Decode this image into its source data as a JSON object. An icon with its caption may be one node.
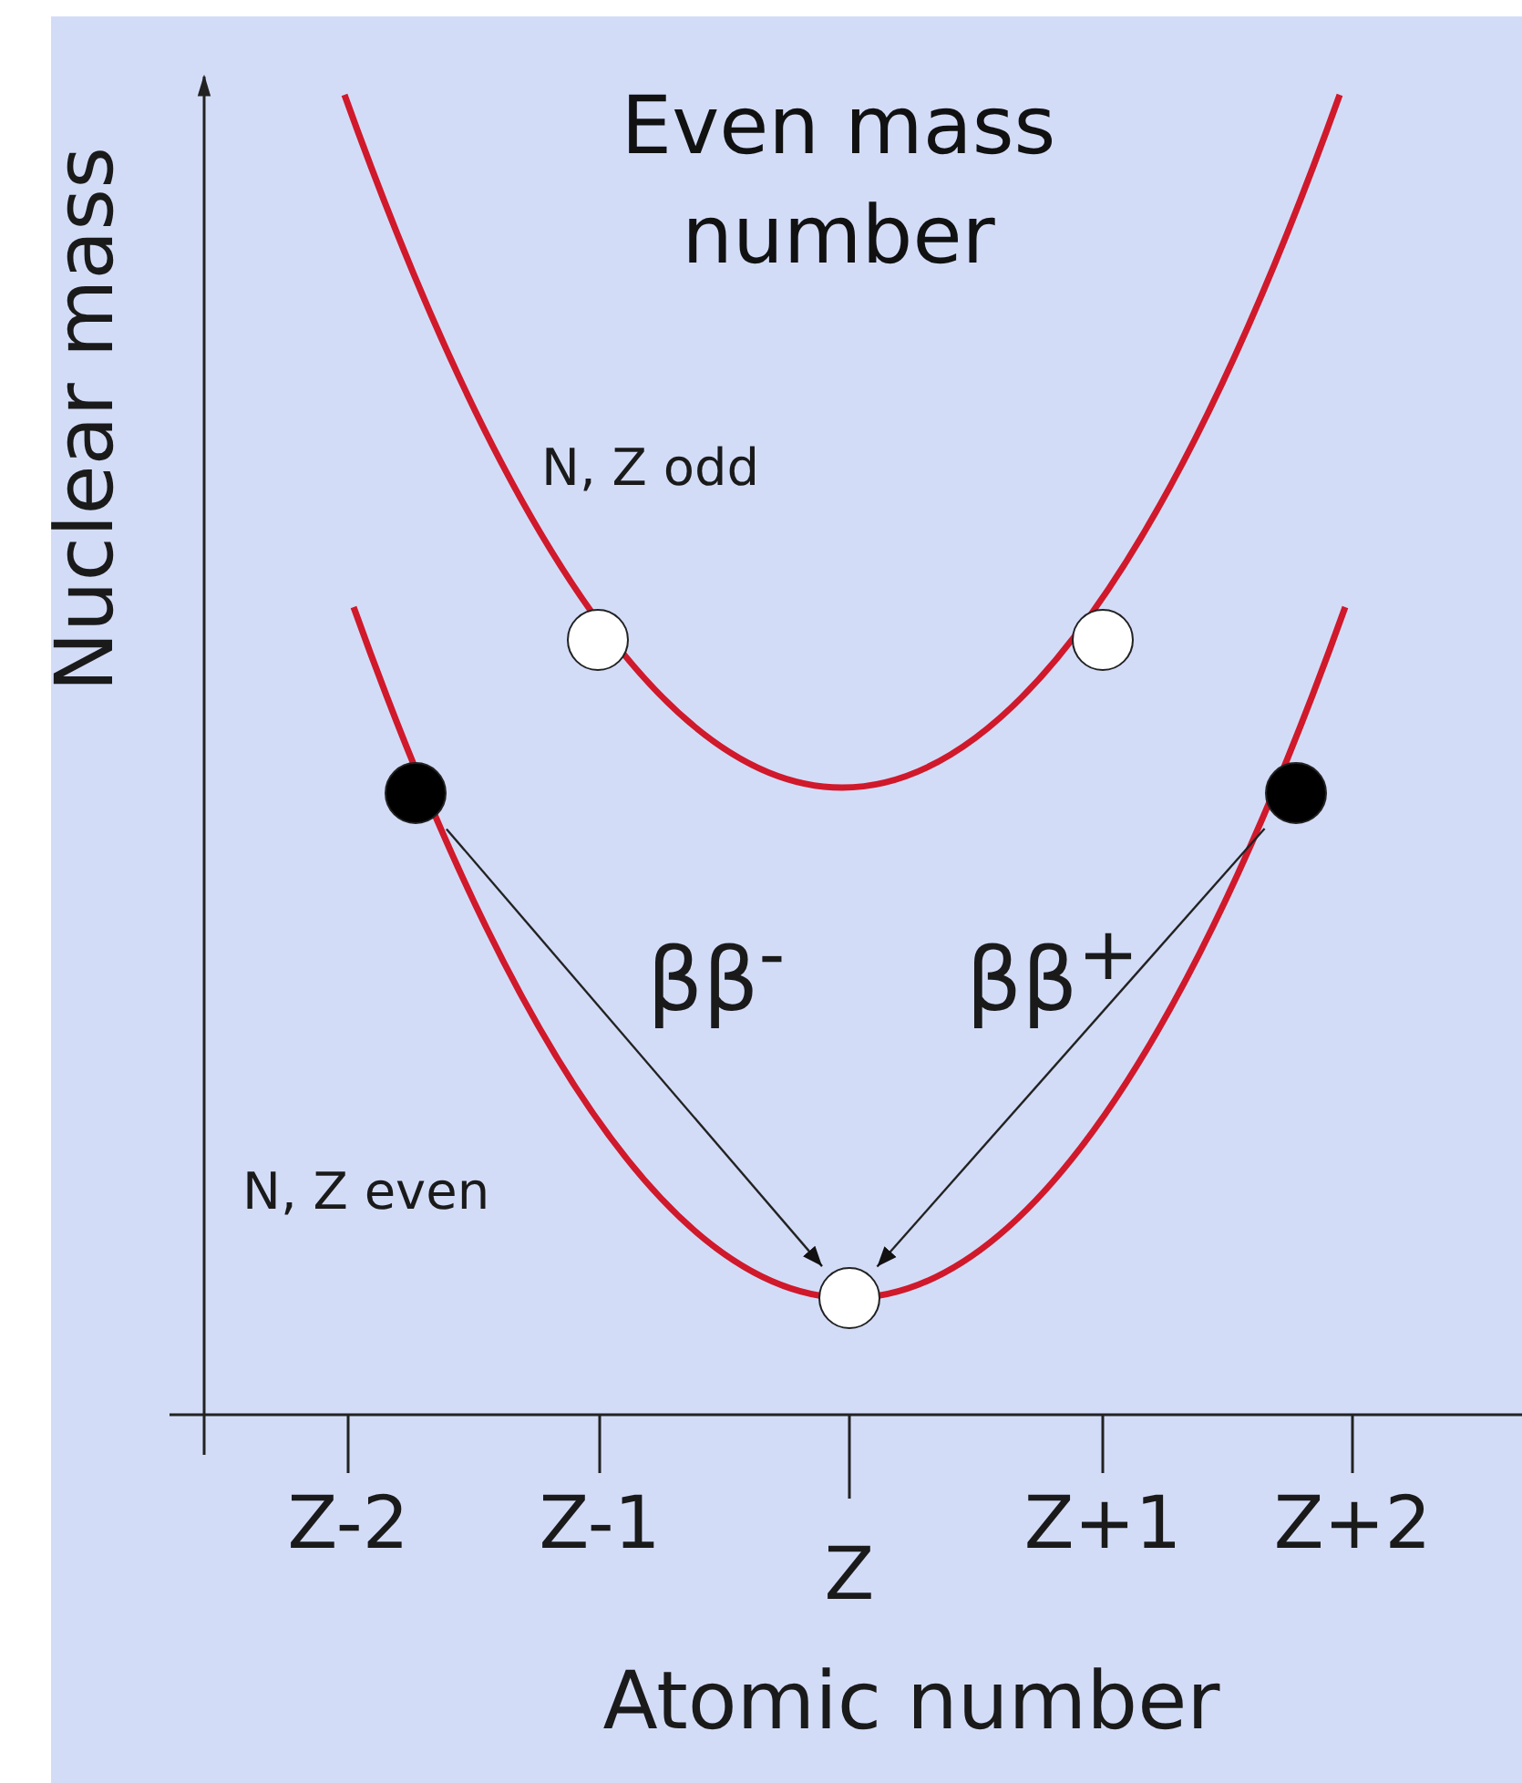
{
  "diagram": {
    "title": "Even mass number",
    "nodes": [
      {
        "text": [],
        "shape": "circle"
      },
      {
        "text": [],
        "shape": "circle"
      },
      {
        "text": [],
        "shape": "circle"
      },
      {
        "text": [],
        "shape": "circle"
      },
      {
        "text": [],
        "shape": "circle"
      }
    ],
    "edges": [
      {
        "from": 2,
        "to": 4,
        "arrow": "to",
        "label": "ββ$^{-}$"
      },
      {
        "from": 3,
        "to": 4,
        "arrow": "to",
        "label": "ββ$^{+}$"
      }
    ],
    "labels": [
      "Nuclear mass",
      "N, Z odd",
      "N, Z even",
      "Z-2",
      "Z-1",
      "Z",
      "Z+1",
      "Z+2",
      "Atomic number"
    ]
  }
}
